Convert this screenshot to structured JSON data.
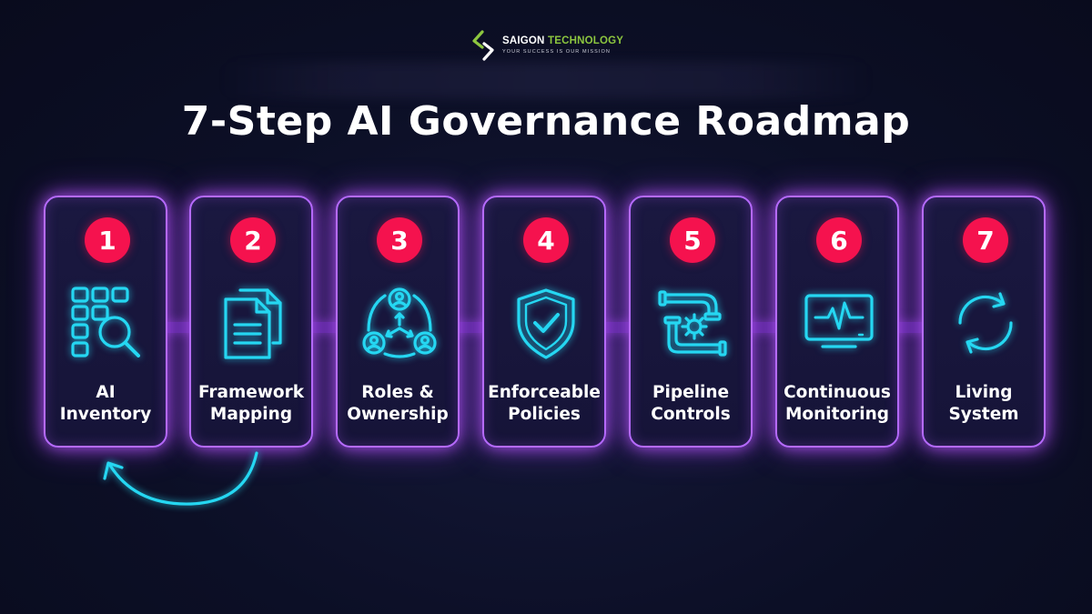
{
  "logo": {
    "name_part1": "SAIGON",
    "name_part2": "TECHNOLOGY",
    "tagline": "YOUR SUCCESS IS OUR MISSION"
  },
  "title": "7-Step AI Governance Roadmap",
  "colors": {
    "card_border": "#b66bff",
    "badge": "#f5124e",
    "icon": "#25d7f2",
    "background": "#0c0f26",
    "logo_green": "#8dc63f"
  },
  "steps": [
    {
      "number": "1",
      "line1": "AI",
      "line2": "Inventory",
      "icon": "inventory-search-icon"
    },
    {
      "number": "2",
      "line1": "Framework",
      "line2": "Mapping",
      "icon": "documents-icon"
    },
    {
      "number": "3",
      "line1": "Roles &",
      "line2": "Ownership",
      "icon": "people-network-icon"
    },
    {
      "number": "4",
      "line1": "Enforceable",
      "line2": "Policies",
      "icon": "shield-check-icon"
    },
    {
      "number": "5",
      "line1": "Pipeline",
      "line2": "Controls",
      "icon": "pipeline-gear-icon"
    },
    {
      "number": "6",
      "line1": "Continuous",
      "line2": "Monitoring",
      "icon": "monitor-pulse-icon"
    },
    {
      "number": "7",
      "line1": "Living",
      "line2": "System",
      "icon": "refresh-cycle-icon"
    }
  ]
}
